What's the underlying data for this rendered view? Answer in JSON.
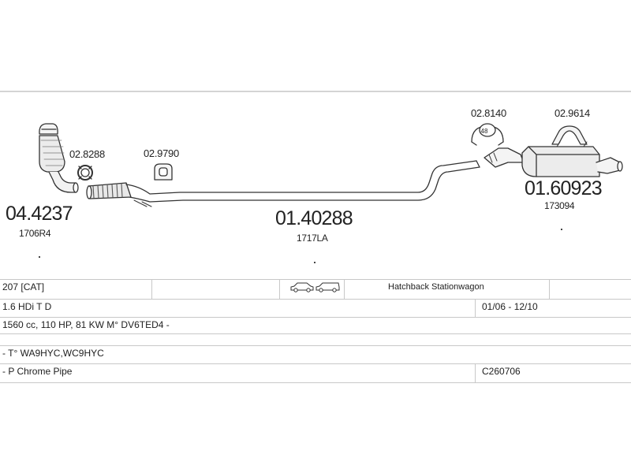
{
  "parts": {
    "catalyst": {
      "code": "04.4237",
      "ref": "1706R4"
    },
    "clamp_front": {
      "code": "02.8288"
    },
    "hanger_front": {
      "code": "02.9790"
    },
    "center_pipe": {
      "code": "01.40288",
      "ref": "1717LA"
    },
    "ring": {
      "code": "02.8140",
      "badge": "48"
    },
    "hanger_rear": {
      "code": "02.9614"
    },
    "rear_silencer": {
      "code": "01.60923",
      "ref": "173094"
    }
  },
  "table": {
    "row1": {
      "model": "207  [CAT]",
      "body_types": "Hatchback Stationwagon"
    },
    "row2": {
      "engine": "1.6 HDi T D",
      "years": "01/06 - 12/10"
    },
    "row3": {
      "spec": "1560 cc, 110 HP, 81 KW M° DV6TED4 -"
    },
    "row4": {
      "type_codes": "- T° WA9HYC,WC9HYC"
    },
    "row5": {
      "note": "- P Chrome Pipe",
      "code": "C260706"
    }
  }
}
